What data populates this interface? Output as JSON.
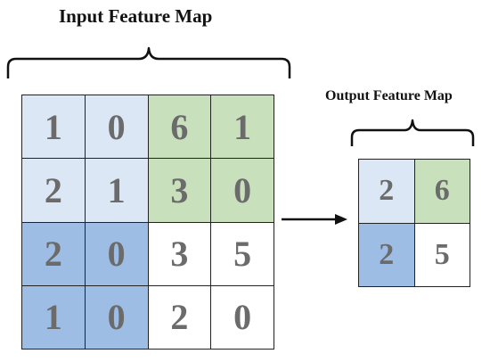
{
  "input_title": "Input Feature Map",
  "output_title": "Output Feature Map",
  "colors": {
    "light_blue": "#dce7f5",
    "green": "#c9e0bd",
    "blue": "#9dbde4",
    "white": "#ffffff"
  },
  "input_cells": [
    {
      "value": "1",
      "color": "light_blue"
    },
    {
      "value": "0",
      "color": "light_blue"
    },
    {
      "value": "6",
      "color": "green"
    },
    {
      "value": "1",
      "color": "green"
    },
    {
      "value": "2",
      "color": "light_blue"
    },
    {
      "value": "1",
      "color": "light_blue"
    },
    {
      "value": "3",
      "color": "green"
    },
    {
      "value": "0",
      "color": "green"
    },
    {
      "value": "2",
      "color": "blue"
    },
    {
      "value": "0",
      "color": "blue"
    },
    {
      "value": "3",
      "color": "white"
    },
    {
      "value": "5",
      "color": "white"
    },
    {
      "value": "1",
      "color": "blue"
    },
    {
      "value": "0",
      "color": "blue"
    },
    {
      "value": "2",
      "color": "white"
    },
    {
      "value": "0",
      "color": "white"
    }
  ],
  "output_cells": [
    {
      "value": "2",
      "color": "light_blue"
    },
    {
      "value": "6",
      "color": "green"
    },
    {
      "value": "2",
      "color": "blue"
    },
    {
      "value": "5",
      "color": "white"
    }
  ]
}
